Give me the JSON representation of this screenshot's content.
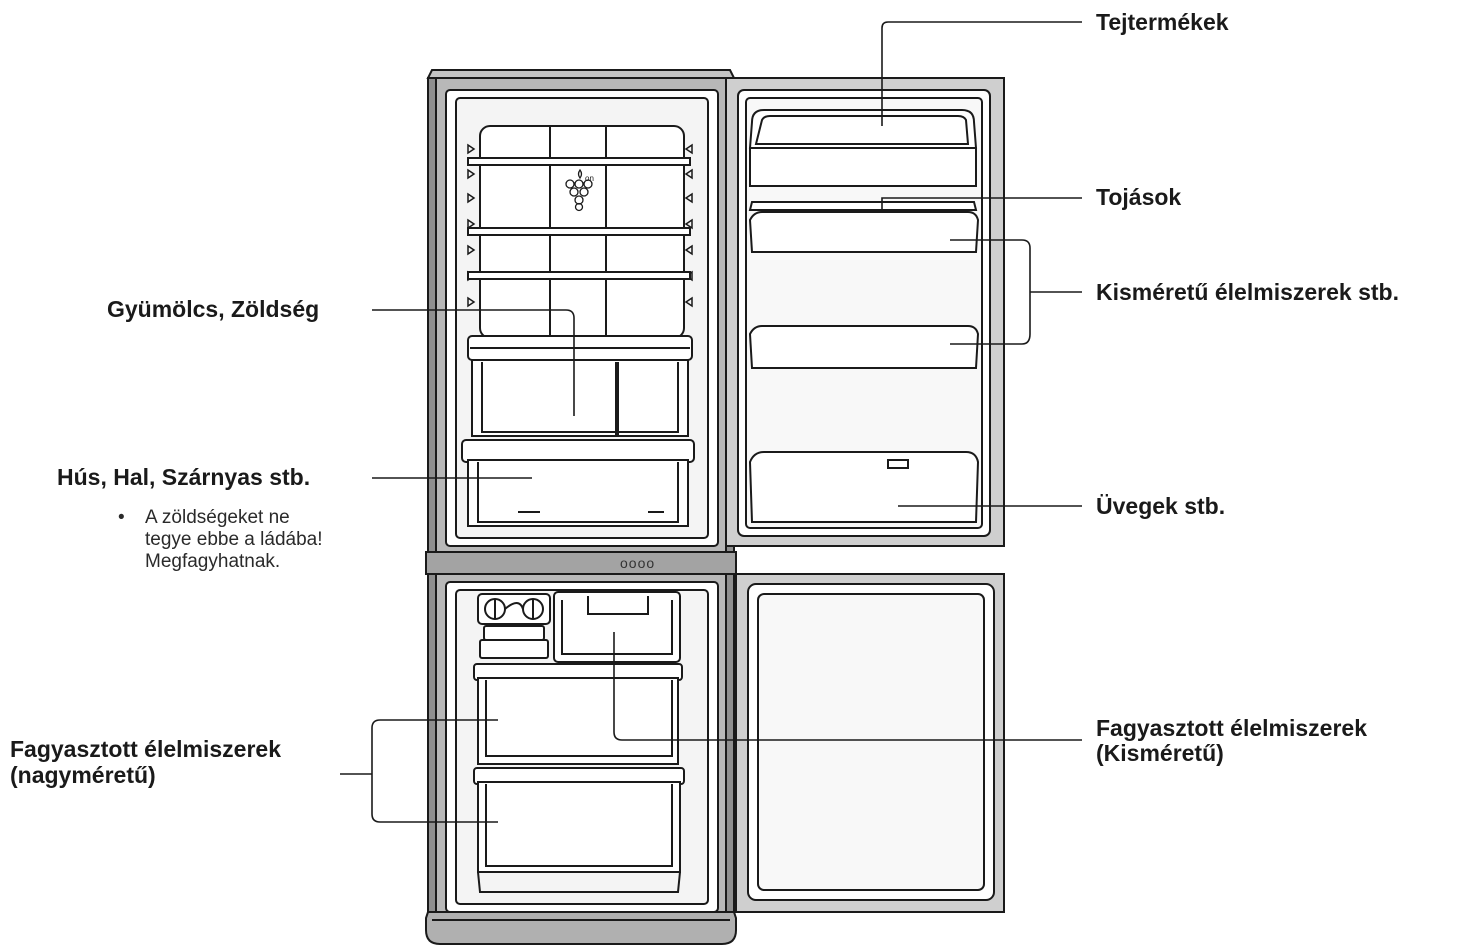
{
  "labels": {
    "dairy": "Tejtermékek",
    "eggs": "Tojások",
    "small_foods": "Kisméretű élelmiszerek stb.",
    "bottles": "Üvegek stb.",
    "fruit_veg": "Gyümölcs, Zöldség",
    "meat_fish": "Hús, Hal, Szárnyas stb.",
    "frozen_large_line1": "Fagyasztott élelmiszerek",
    "frozen_large_line2": "(nagyméretű)",
    "frozen_small_line1": "Fagyasztott élelmiszerek",
    "frozen_small_line2": "(Kisméretű)"
  },
  "note": {
    "bullet": "•",
    "lines": [
      "A zöldségeket ne",
      "tegye ebbe a ládába!",
      "Megfagyhatnak."
    ]
  },
  "control_panel_text": "oooo",
  "colors": {
    "line": "#1a1a1a",
    "cabinet": "#b4b4b4",
    "cabinet_dark": "#8f8f8f",
    "interior": "#f2f2f2",
    "bin": "#ececec"
  }
}
